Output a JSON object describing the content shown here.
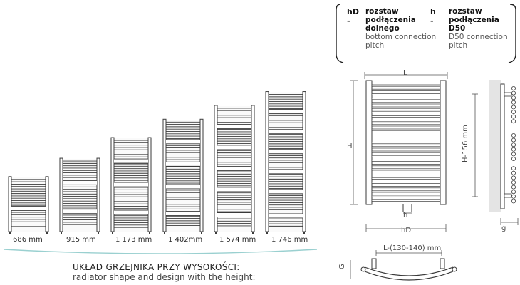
{
  "legend": {
    "hd_key": "hD -",
    "hd_title": [
      "rozstaw",
      "podłączenia",
      "dolnego"
    ],
    "hd_sub": [
      "bottom connection",
      "pitch"
    ],
    "h_key": "h -",
    "h_title": [
      "rozstaw",
      "podłączenia",
      "D50"
    ],
    "h_sub": [
      "D50 connection",
      "pitch"
    ]
  },
  "radiators": [
    {
      "height_label": "686 mm",
      "height_mm": 686
    },
    {
      "height_label": "915 mm",
      "height_mm": 915
    },
    {
      "height_label": "1 173 mm",
      "height_mm": 1173
    },
    {
      "height_label": "1 402mm",
      "height_mm": 1402
    },
    {
      "height_label": "1 574 mm",
      "height_mm": 1574
    },
    {
      "height_label": "1 746 mm",
      "height_mm": 1746
    }
  ],
  "caption": {
    "line1": "UKŁAD GRZEJNIKA PRZY WYSOKOŚCI:",
    "line2": "radiator shape and design with the height:"
  },
  "dimensions": {
    "L": "L",
    "H": "H",
    "h": "h",
    "hD": "hD",
    "H156": "H-156 mm",
    "g": "g",
    "G": "G",
    "L_offset": "L-(130-140) mm"
  },
  "colors": {
    "stroke": "#3a3a3a",
    "fill_light": "#f2f2f2",
    "shadow": "#e4e4e4",
    "divider": "#9ad0d0"
  }
}
